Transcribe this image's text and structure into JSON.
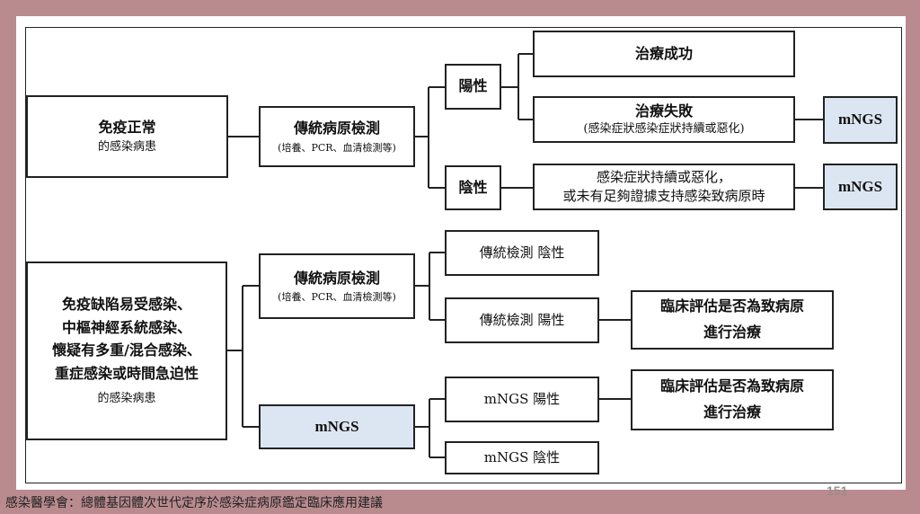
{
  "top": {
    "group": [
      "免疫正常",
      "的感染病患"
    ],
    "test": {
      "title": "傳統病原檢測",
      "sub": "(培養、PCR、血清檢測等)"
    },
    "positive": "陽性",
    "negative": "陰性",
    "success": "治療成功",
    "fail": {
      "title": "治療失敗",
      "sub": "(感染症狀感染症狀持續或惡化)"
    },
    "persist": [
      "感染症狀持續或惡化，",
      "或未有足夠證據支持感染致病原時"
    ],
    "mngs1": "mNGS",
    "mngs2": "mNGS"
  },
  "bottom": {
    "group": [
      "免疫缺陷易受感染、",
      "中樞神經系統感染、",
      "懷疑有多重/混合感染、",
      "重症感染或時間急迫性",
      "的感染病患"
    ],
    "test": {
      "title": "傳統病原檢測",
      "sub": "(培養、PCR、血清檢測等)"
    },
    "mngs": "mNGS",
    "trad_neg": "傳統檢測 陰性",
    "trad_pos": "傳統檢測 陽性",
    "mngs_pos": "mNGS 陽性",
    "mngs_neg": "mNGS 陰性",
    "eval1": [
      "臨床評估是否為致病原",
      "進行治療"
    ],
    "eval2": [
      "臨床評估是否為致病原",
      "進行治療"
    ]
  },
  "footer": "感染醫學會：總體基因體次世代定序於感染症病原鑑定臨床應用建議",
  "page": "151"
}
